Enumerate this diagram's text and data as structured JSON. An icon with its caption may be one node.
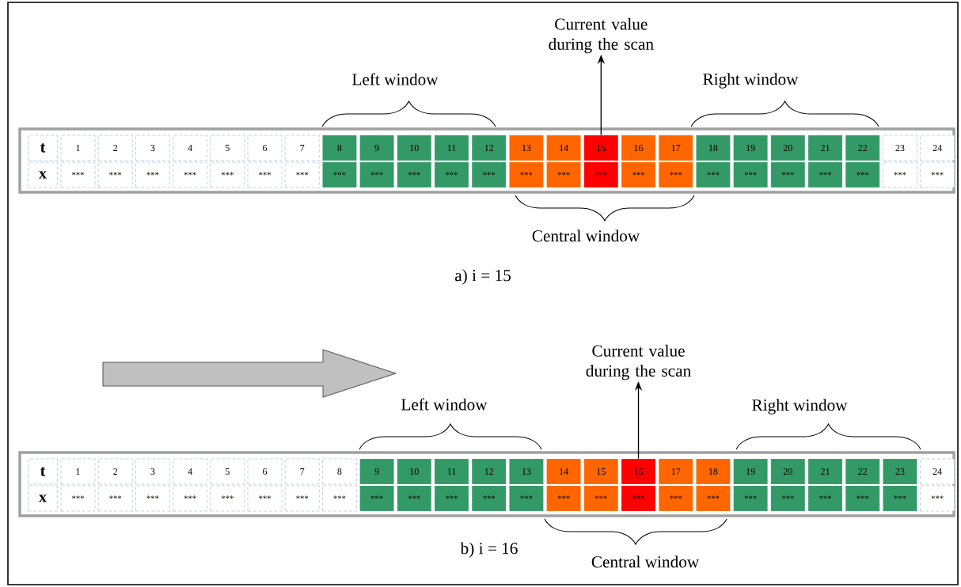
{
  "diagram": {
    "nodes": [
      {
        "text": [
          "Current value during the scan"
        ]
      },
      {
        "text": [
          "t"
        ]
      },
      {
        "text": [
          "1"
        ]
      },
      {
        "text": [
          "2"
        ]
      },
      {
        "text": [
          "3"
        ]
      },
      {
        "text": [
          "4"
        ]
      },
      {
        "text": [
          "5"
        ]
      },
      {
        "text": [
          "6"
        ]
      },
      {
        "text": [
          "7"
        ]
      },
      {
        "text": [
          "8"
        ]
      },
      {
        "text": [
          "9"
        ]
      },
      {
        "text": [
          "10"
        ]
      },
      {
        "text": [
          "11"
        ]
      },
      {
        "text": [
          "12"
        ]
      },
      {
        "text": [
          "13"
        ]
      },
      {
        "text": [
          "14"
        ]
      },
      {
        "text": [
          "15"
        ]
      },
      {
        "text": [
          "16"
        ]
      },
      {
        "text": [
          "17"
        ]
      },
      {
        "text": [
          "18"
        ]
      },
      {
        "text": [
          "19"
        ]
      },
      {
        "text": [
          "20"
        ]
      },
      {
        "text": [
          "21"
        ]
      },
      {
        "text": [
          "22"
        ]
      },
      {
        "text": [
          "23"
        ]
      },
      {
        "text": [
          "24"
        ]
      },
      {
        "text": [
          "x"
        ]
      },
      {
        "text": [
          "***"
        ]
      },
      {
        "text": [
          "***"
        ]
      },
      {
        "text": [
          "***"
        ]
      },
      {
        "text": [
          "***"
        ]
      },
      {
        "text": [
          "***"
        ]
      },
      {
        "text": [
          "***"
        ]
      },
      {
        "text": [
          "***"
        ]
      },
      {
        "text": [
          "***"
        ]
      },
      {
        "text": [
          "***"
        ]
      },
      {
        "text": [
          "***"
        ]
      },
      {
        "text": [
          "***"
        ]
      },
      {
        "text": [
          "***"
        ]
      },
      {
        "text": [
          "***"
        ]
      },
      {
        "text": [
          "***"
        ]
      },
      {
        "text": [
          "***"
        ]
      },
      {
        "text": [
          "***"
        ]
      },
      {
        "text": [
          "***"
        ]
      },
      {
        "text": [
          "***"
        ]
      },
      {
        "text": [
          "***"
        ]
      },
      {
        "text": [
          "***"
        ]
      },
      {
        "text": [
          "***"
        ]
      },
      {
        "text": [
          "***"
        ]
      },
      {
        "text": [
          "***"
        ]
      },
      {
        "text": [
          "***"
        ]
      },
      {
        "text": [
          "Current value during the scan"
        ]
      },
      {
        "text": [
          "t"
        ]
      },
      {
        "text": [
          "1"
        ]
      },
      {
        "text": [
          "2"
        ]
      },
      {
        "text": [
          "3"
        ]
      },
      {
        "text": [
          "4"
        ]
      },
      {
        "text": [
          "5"
        ]
      },
      {
        "text": [
          "6"
        ]
      },
      {
        "text": [
          "7"
        ]
      },
      {
        "text": [
          "8"
        ]
      },
      {
        "text": [
          "9"
        ]
      },
      {
        "text": [
          "10"
        ]
      },
      {
        "text": [
          "11"
        ]
      },
      {
        "text": [
          "12"
        ]
      },
      {
        "text": [
          "13"
        ]
      },
      {
        "text": [
          "14"
        ]
      },
      {
        "text": [
          "15"
        ]
      },
      {
        "text": [
          "16"
        ]
      },
      {
        "text": [
          "17"
        ]
      },
      {
        "text": [
          "18"
        ]
      },
      {
        "text": [
          "19"
        ]
      },
      {
        "text": [
          "20"
        ]
      },
      {
        "text": [
          "21"
        ]
      },
      {
        "text": [
          "22"
        ]
      },
      {
        "text": [
          "23"
        ]
      },
      {
        "text": [
          "24"
        ]
      },
      {
        "text": [
          "x"
        ]
      },
      {
        "text": [
          "***"
        ]
      },
      {
        "text": [
          "***"
        ]
      },
      {
        "text": [
          "***"
        ]
      },
      {
        "text": [
          "***"
        ]
      },
      {
        "text": [
          "***"
        ]
      },
      {
        "text": [
          "***"
        ]
      },
      {
        "text": [
          "***"
        ]
      },
      {
        "text": [
          "***"
        ]
      },
      {
        "text": [
          "***"
        ]
      },
      {
        "text": [
          "***"
        ]
      },
      {
        "text": [
          "***"
        ]
      },
      {
        "text": [
          "***"
        ]
      },
      {
        "text": [
          "***"
        ]
      },
      {
        "text": [
          "***"
        ]
      },
      {
        "text": [
          "***"
        ]
      },
      {
        "text": [
          "***"
        ]
      },
      {
        "text": [
          "***"
        ]
      },
      {
        "text": [
          "***"
        ]
      },
      {
        "text": [
          "***"
        ]
      },
      {
        "text": [
          "***"
        ]
      },
      {
        "text": [
          "***"
        ]
      },
      {
        "text": [
          "***"
        ]
      },
      {
        "text": [
          "***"
        ]
      },
      {
        "text": [
          "***"
        ]
      }
    ],
    "edges": [
      {
        "from": 16,
        "to": 0,
        "arrow": "to"
      },
      {
        "from": 68,
        "to": 51,
        "arrow": "to"
      }
    ],
    "labels": [
      "Left window",
      "Right window",
      "Central window",
      "a) i = 15",
      "Left window",
      "Right window",
      "b) i = 16",
      "Central window"
    ]
  }
}
